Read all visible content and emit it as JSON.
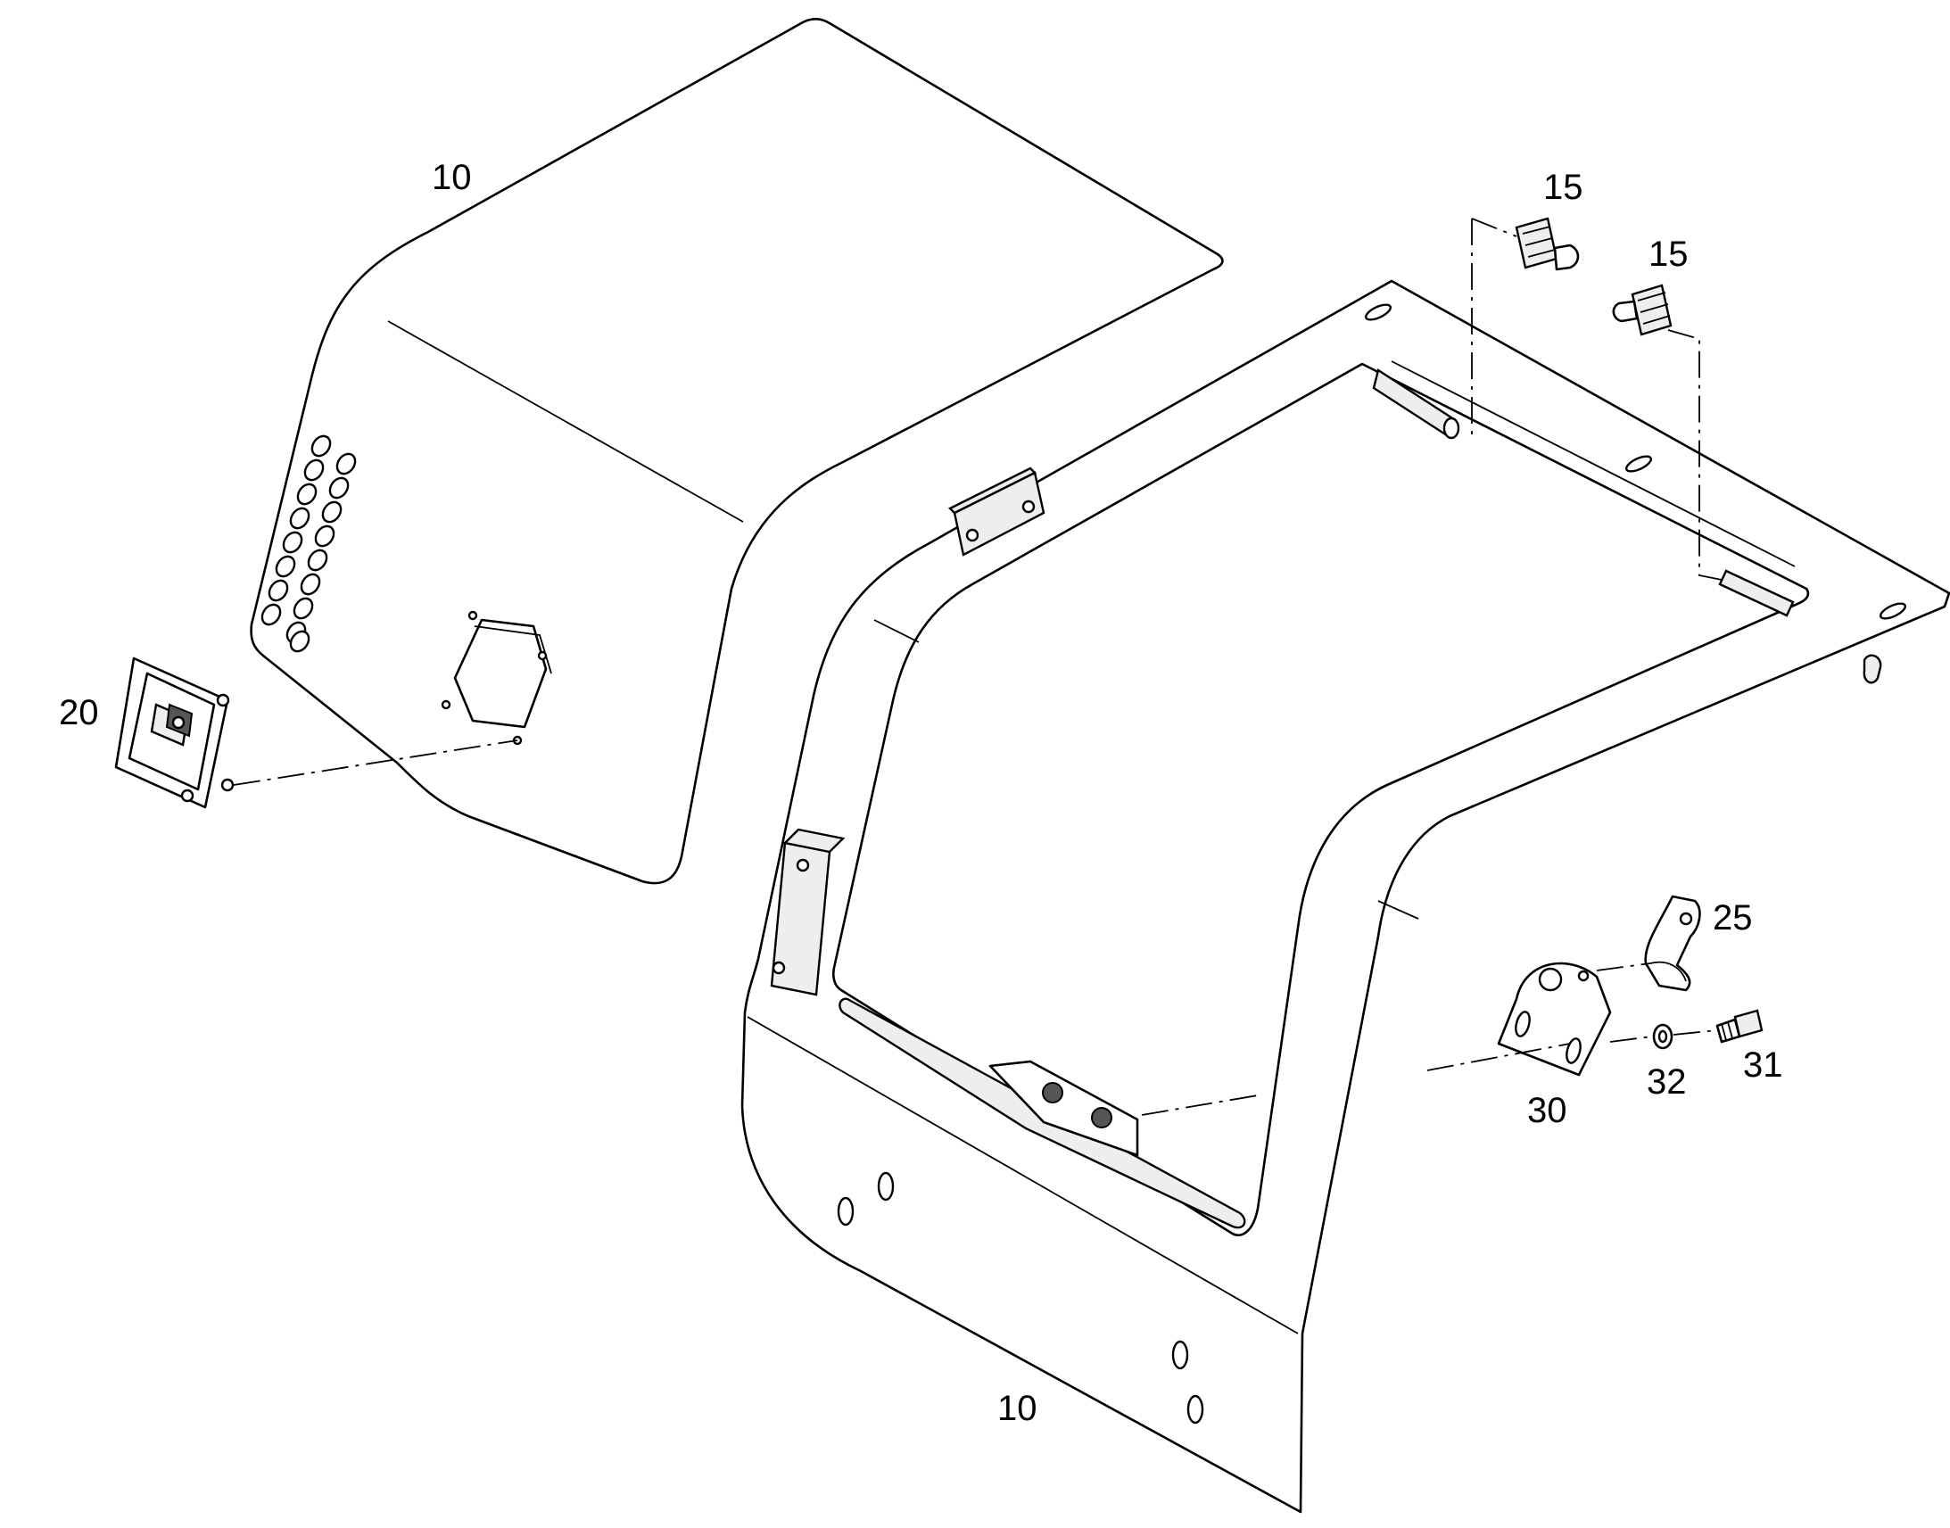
{
  "callouts": {
    "c10_top": "10",
    "c10_bottom": "10",
    "c15_left": "15",
    "c15_right": "15",
    "c20": "20",
    "c25": "25",
    "c30": "30",
    "c31": "31",
    "c32": "32"
  },
  "colors": {
    "line": "#000000",
    "background": "#ffffff"
  }
}
